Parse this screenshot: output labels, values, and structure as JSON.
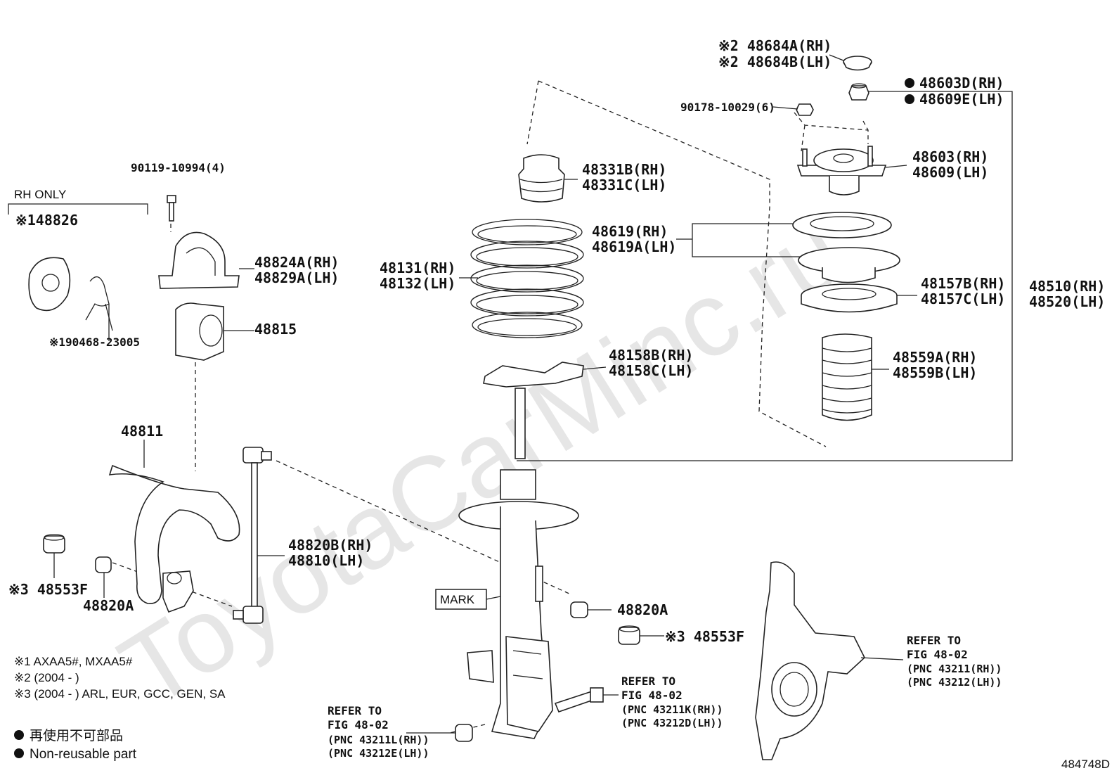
{
  "watermark": "ToyotaCarMinc.ru",
  "figure_id": "484748D",
  "rh_only": "RH ONLY",
  "labels": {
    "p48684a": "※2 48684A(RH)",
    "p48684b": "※2 48684B(LH)",
    "p48603d": "48603D(RH)",
    "p48609e": "48609E(LH)",
    "p90178": "90178-10029(6)",
    "p48331b": "48331B(RH)",
    "p48331c": "48331C(LH)",
    "p48603": "48603(RH)",
    "p48609": "48609(LH)",
    "p48619": "48619(RH)",
    "p48619a": "48619A(LH)",
    "p48131": "48131(RH)",
    "p48132": "48132(LH)",
    "p48157b": "48157B(RH)",
    "p48157c": "48157C(LH)",
    "p48510": "48510(RH)",
    "p48520": "48520(LH)",
    "p48158b": "48158B(RH)",
    "p48158c": "48158C(LH)",
    "p48559a": "48559A(RH)",
    "p48559b": "48559B(LH)",
    "p90119": "90119-10994(4)",
    "p48826": "※148826",
    "p48824a": "48824A(RH)",
    "p48829a": "48829A(LH)",
    "p48815": "48815",
    "p90468": "※190468-23005",
    "p48811": "48811",
    "p48820b": "48820B(RH)",
    "p48810": "48810(LH)",
    "p48553f_l": "※3 48553F",
    "p48820a_l": "48820A",
    "p48820a_r": "48820A",
    "p48553f_r": "※3 48553F",
    "mark": "MARK"
  },
  "refers": {
    "knuckle": [
      "REFER TO",
      "FIG 48-02",
      "(PNC 43211(RH))",
      "(PNC 43212(LH))"
    ],
    "bolt": [
      "REFER TO",
      "FIG 48-02",
      "(PNC 43211K(RH))",
      "(PNC 43212D(LH))"
    ],
    "nut": [
      "REFER TO",
      "FIG 48-02",
      "(PNC 43211L(RH))",
      "(PNC 43212E(LH))"
    ]
  },
  "notes": [
    "※1 AXAA5#, MXAA5#",
    "※2 (2004 -       )",
    "※3 (2004 -       ) ARL, EUR, GCC, GEN, SA"
  ],
  "legend": {
    "jp": "再使用不可部品",
    "en": "Non-reusable part"
  }
}
